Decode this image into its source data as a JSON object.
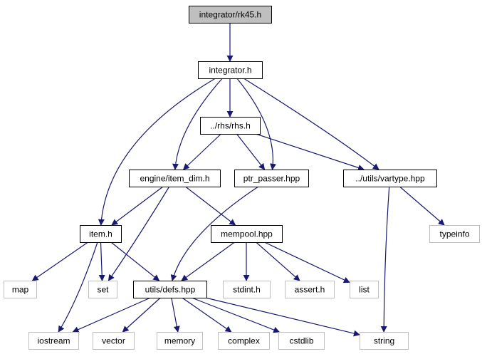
{
  "colors": {
    "edge": "#191970",
    "root_fill": "#bfbfbf",
    "local_border": "#000000",
    "system_border": "#bfbfbf",
    "background": "#ffffff"
  },
  "nodes": [
    {
      "id": "rk45",
      "label": "integrator/rk45.h",
      "kind": "root"
    },
    {
      "id": "integrator",
      "label": "integrator.h",
      "kind": "local"
    },
    {
      "id": "rhs",
      "label": "../rhs/rhs.h",
      "kind": "local"
    },
    {
      "id": "item_dim",
      "label": "engine/item_dim.h",
      "kind": "local"
    },
    {
      "id": "ptr_passer",
      "label": "ptr_passer.hpp",
      "kind": "local"
    },
    {
      "id": "vartype",
      "label": "../utils/vartype.hpp",
      "kind": "local"
    },
    {
      "id": "typeinfo",
      "label": "typeinfo",
      "kind": "system"
    },
    {
      "id": "item",
      "label": "item.h",
      "kind": "local"
    },
    {
      "id": "mempool",
      "label": "mempool.hpp",
      "kind": "local"
    },
    {
      "id": "map",
      "label": "map",
      "kind": "system"
    },
    {
      "id": "set",
      "label": "set",
      "kind": "system"
    },
    {
      "id": "defs",
      "label": "utils/defs.hpp",
      "kind": "local"
    },
    {
      "id": "stdint",
      "label": "stdint.h",
      "kind": "system"
    },
    {
      "id": "assert",
      "label": "assert.h",
      "kind": "system"
    },
    {
      "id": "list",
      "label": "list",
      "kind": "system"
    },
    {
      "id": "iostream",
      "label": "iostream",
      "kind": "system"
    },
    {
      "id": "vector",
      "label": "vector",
      "kind": "system"
    },
    {
      "id": "memory",
      "label": "memory",
      "kind": "system"
    },
    {
      "id": "complex",
      "label": "complex",
      "kind": "system"
    },
    {
      "id": "cstdlib",
      "label": "cstdlib",
      "kind": "system"
    },
    {
      "id": "string",
      "label": "string",
      "kind": "system"
    }
  ],
  "edges": [
    [
      "rk45",
      "integrator"
    ],
    [
      "integrator",
      "rhs"
    ],
    [
      "integrator",
      "item_dim"
    ],
    [
      "integrator",
      "ptr_passer"
    ],
    [
      "integrator",
      "vartype"
    ],
    [
      "integrator",
      "item"
    ],
    [
      "rhs",
      "item_dim"
    ],
    [
      "rhs",
      "ptr_passer"
    ],
    [
      "rhs",
      "vartype"
    ],
    [
      "item_dim",
      "item"
    ],
    [
      "item_dim",
      "mempool"
    ],
    [
      "item_dim",
      "set"
    ],
    [
      "ptr_passer",
      "defs"
    ],
    [
      "vartype",
      "typeinfo"
    ],
    [
      "vartype",
      "string"
    ],
    [
      "item",
      "map"
    ],
    [
      "item",
      "set"
    ],
    [
      "item",
      "defs"
    ],
    [
      "item",
      "iostream"
    ],
    [
      "mempool",
      "defs"
    ],
    [
      "mempool",
      "stdint"
    ],
    [
      "mempool",
      "assert"
    ],
    [
      "mempool",
      "list"
    ],
    [
      "defs",
      "iostream"
    ],
    [
      "defs",
      "vector"
    ],
    [
      "defs",
      "memory"
    ],
    [
      "defs",
      "complex"
    ],
    [
      "defs",
      "cstdlib"
    ],
    [
      "defs",
      "string"
    ]
  ]
}
